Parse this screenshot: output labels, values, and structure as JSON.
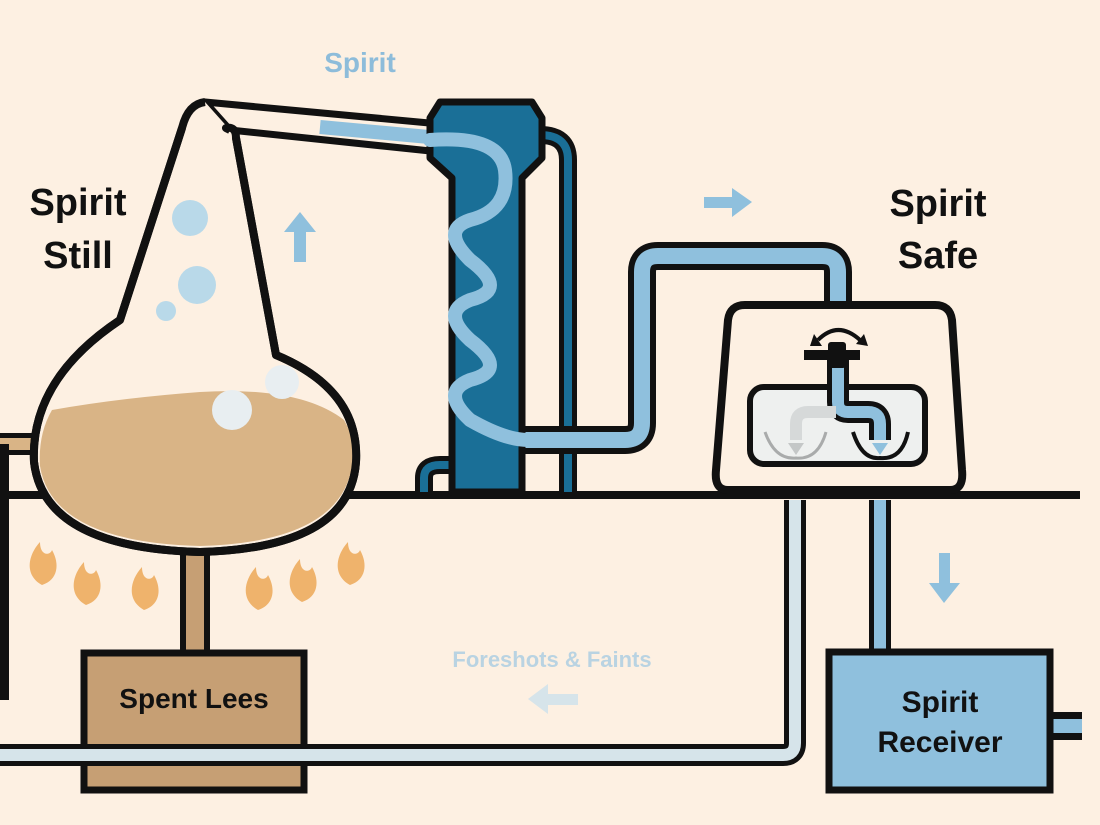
{
  "diagram": {
    "labels": {
      "spirit_vapour": "Spirit",
      "spirit_still_line1": "Spirit",
      "spirit_still_line2": "Still",
      "spirit_safe_line1": "Spirit",
      "spirit_safe_line2": "Safe",
      "spent_lees": "Spent Lees",
      "foreshots_faints": "Foreshots & Faints",
      "spirit_receiver_line1": "Spirit",
      "spirit_receiver_line2": "Receiver"
    },
    "colors": {
      "background": "#fdf0e2",
      "outline": "#111111",
      "spirit_blue": "#8fc0dd",
      "condenser_blue": "#1a6f97",
      "pale_pipe": "#d6e4ea",
      "wash_tan": "#d9b486",
      "lees_brown": "#c69f74",
      "flame_orange": "#efb36c",
      "label_blue": "#8dbcda",
      "label_dark": "#111111"
    },
    "icons": [
      "up-arrow-icon",
      "right-arrow-icon",
      "down-arrow-icon",
      "left-arrow-icon",
      "rotate-arrows-icon",
      "tap-icon",
      "flame-icon",
      "bubble-icon"
    ]
  }
}
